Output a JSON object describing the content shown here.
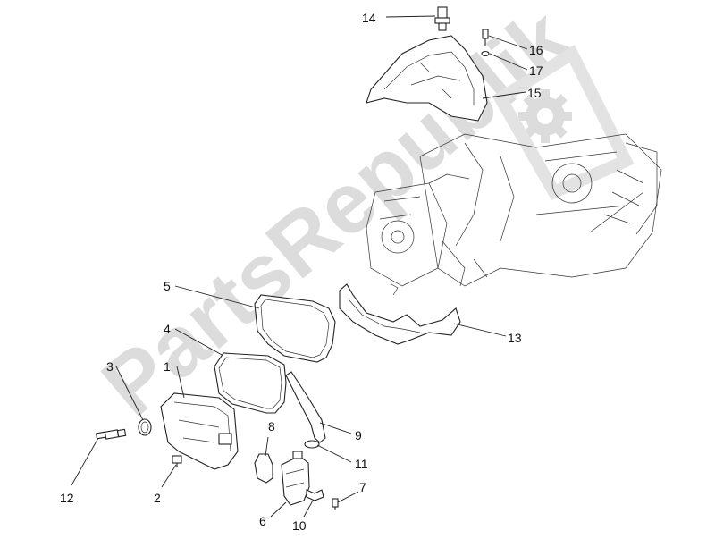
{
  "watermark": {
    "text": "PartsRepublik",
    "icon": "gear-icon"
  },
  "labels": {
    "l1": "1",
    "l2": "2",
    "l3": "3",
    "l4": "4",
    "l5": "5",
    "l6": "6",
    "l7": "7",
    "l8": "8",
    "l9": "9",
    "l10": "10",
    "l11": "11",
    "l12": "12",
    "l13": "13",
    "l14": "14",
    "l15": "15",
    "l16": "16",
    "l17": "17"
  }
}
